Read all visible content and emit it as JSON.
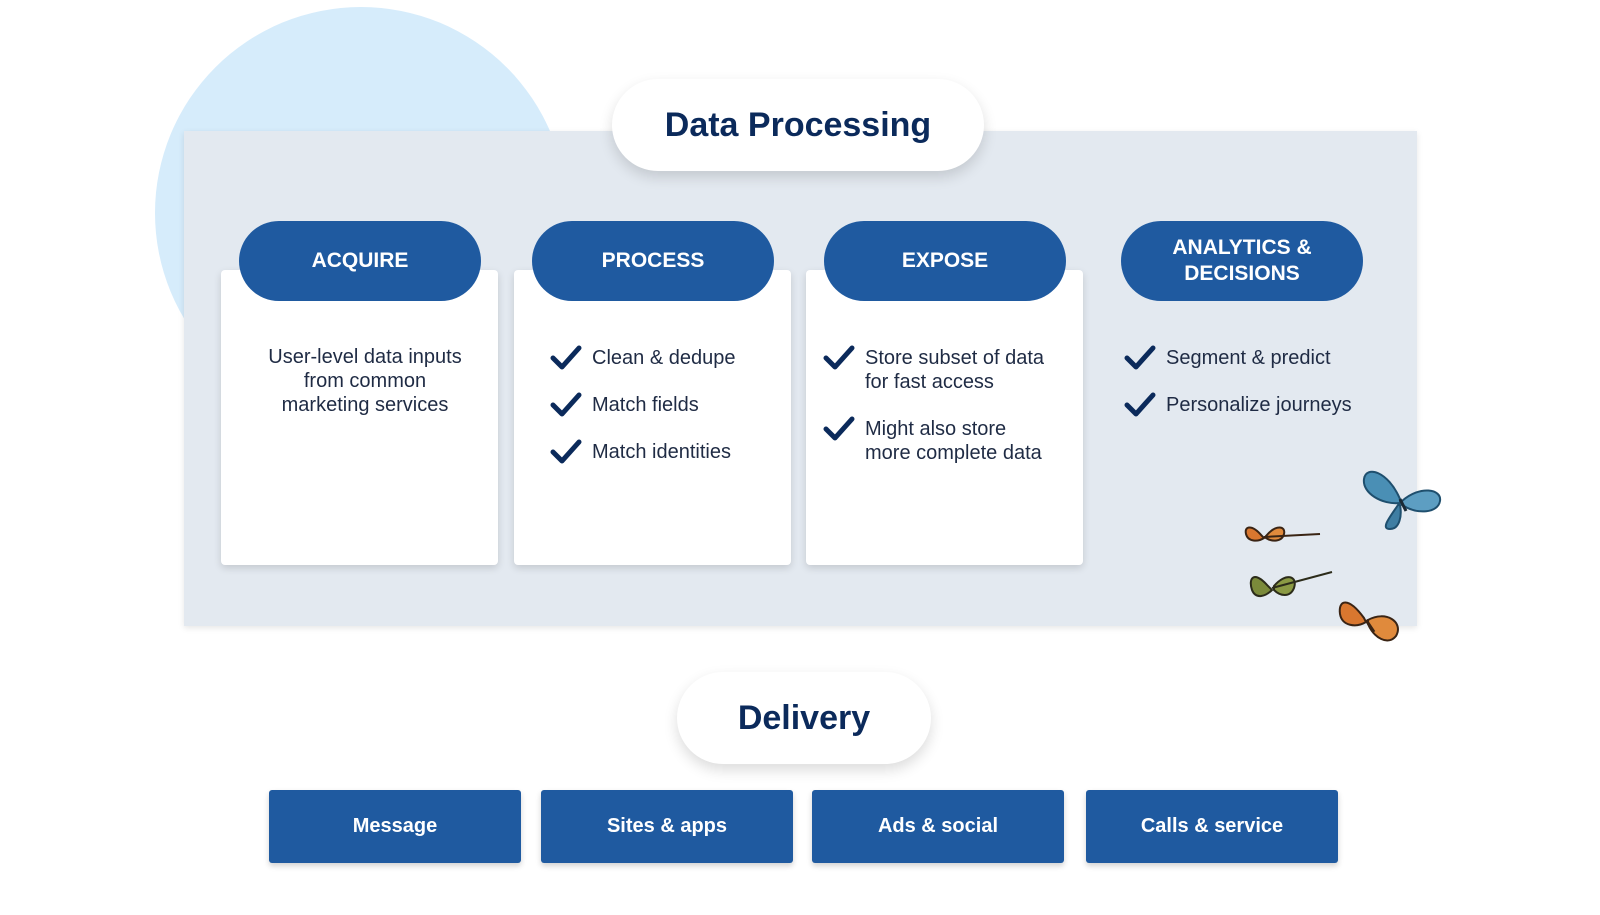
{
  "processing": {
    "title": "Data Processing",
    "stages": [
      {
        "label": "ACQUIRE",
        "description_lines": [
          "User-level data inputs",
          "from common",
          "marketing services"
        ]
      },
      {
        "label": "PROCESS",
        "items": [
          "Clean & dedupe",
          "Match fields",
          "Match identities"
        ]
      },
      {
        "label": "EXPOSE",
        "items": [
          [
            "Store subset of data",
            "for fast access"
          ],
          [
            "Might also store",
            "more complete data"
          ]
        ]
      },
      {
        "label_lines": [
          "ANALYTICS &",
          "DECISIONS"
        ],
        "items": [
          "Segment & predict",
          "Personalize journeys"
        ]
      }
    ]
  },
  "delivery": {
    "title": "Delivery",
    "channels": [
      "Message",
      "Sites & apps",
      "Ads & social",
      "Calls & service"
    ]
  },
  "icons": {
    "check": "checkmark-icon",
    "decoration": "butterfly-icon"
  },
  "colors": {
    "brand_blue": "#1f5aa0",
    "title_navy": "#0b2a5b",
    "panel_gray": "#e3e9f0",
    "circle_blue": "#d6ecfb",
    "text_dark": "#1f2b44"
  }
}
